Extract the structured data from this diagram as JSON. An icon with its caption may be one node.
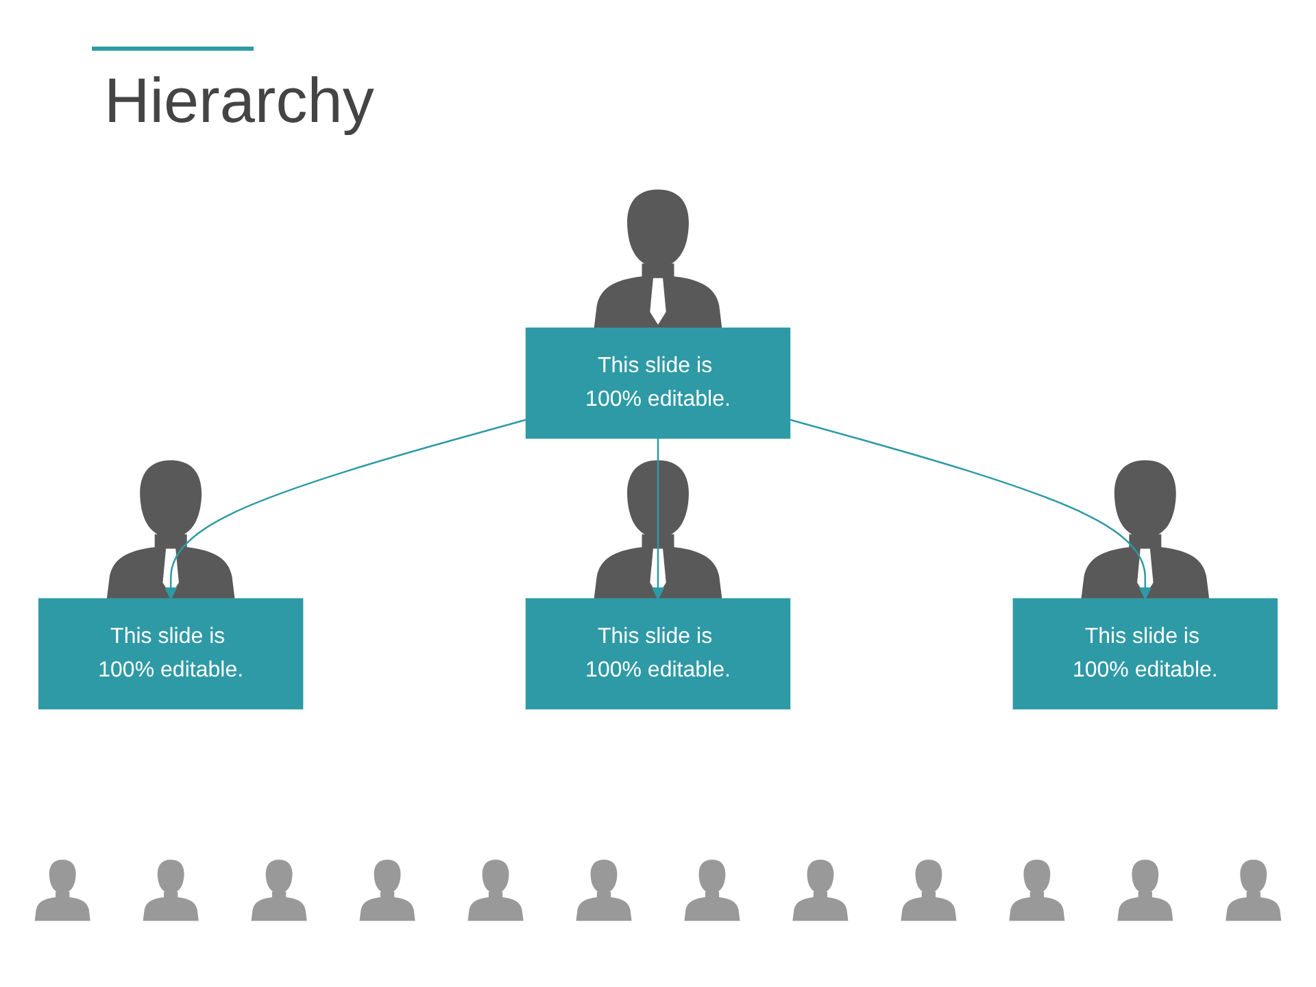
{
  "diagram": {
    "title": "Hierarchy",
    "nodes": [
      {
        "text": [
          "This slide is 100% editable."
        ]
      },
      {
        "text": [
          "This slide is 100% editable."
        ]
      },
      {
        "text": [
          "This slide is 100% editable."
        ]
      },
      {
        "text": [
          "This slide is 100% editable."
        ]
      },
      {
        "text": [],
        "shape": "person"
      },
      {
        "text": [],
        "shape": "person"
      },
      {
        "text": [],
        "shape": "person"
      },
      {
        "text": [],
        "shape": "person"
      },
      {
        "text": [],
        "shape": "person"
      },
      {
        "text": [],
        "shape": "person"
      },
      {
        "text": [],
        "shape": "person"
      },
      {
        "text": [],
        "shape": "person"
      },
      {
        "text": [],
        "shape": "person"
      },
      {
        "text": [],
        "shape": "person"
      },
      {
        "text": [],
        "shape": "person"
      },
      {
        "text": [],
        "shape": "person"
      }
    ],
    "edges": [
      {
        "from": 0,
        "to": 1,
        "arrow": "to"
      },
      {
        "from": 0,
        "to": 2,
        "arrow": "to"
      },
      {
        "from": 0,
        "to": 3,
        "arrow": "to"
      }
    ]
  }
}
